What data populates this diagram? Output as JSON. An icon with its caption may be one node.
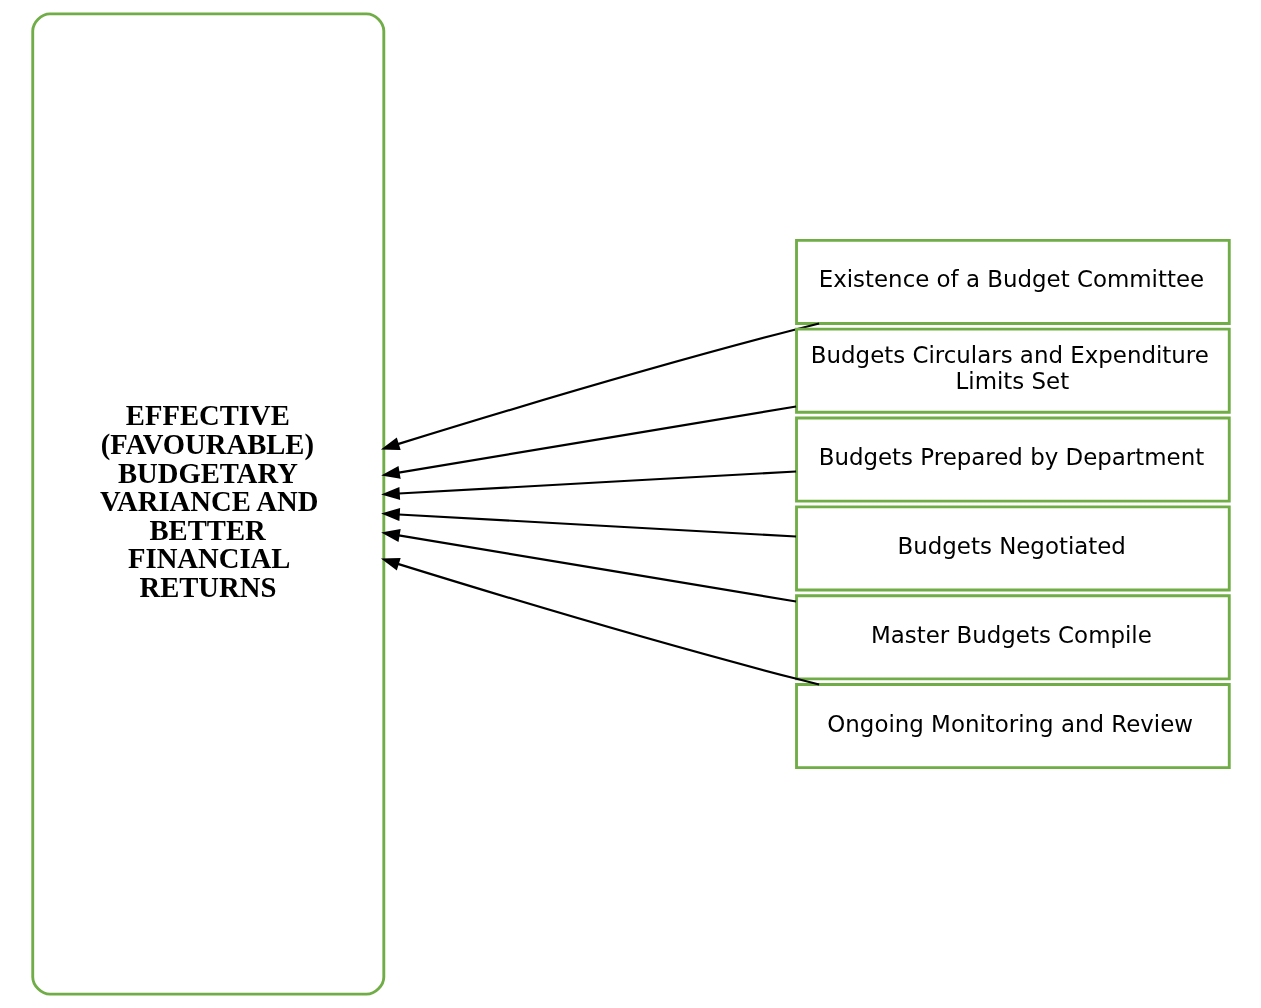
{
  "diagram": {
    "nodes": [
      {
        "text": [
          "EFFECTIVE (FAVOURABLE) BUDGETARY VARIANCE AND BETTER FINANCIAL RETURNS"
        ]
      },
      {
        "text": [
          "Existence of a Budget Committee"
        ]
      },
      {
        "text": [
          "Budgets Circulars and Expenditure Limits Set"
        ]
      },
      {
        "text": [
          "Budgets Prepared by Department"
        ]
      },
      {
        "text": [
          "Budgets Negotiated"
        ]
      },
      {
        "text": [
          "Master Budgets Compile"
        ]
      },
      {
        "text": [
          "Ongoing Monitoring and Review"
        ]
      }
    ],
    "edges": [
      {
        "from": 1,
        "to": 0,
        "arrow": "to"
      },
      {
        "from": 2,
        "to": 0,
        "arrow": "to"
      },
      {
        "from": 3,
        "to": 0,
        "arrow": "to"
      },
      {
        "from": 4,
        "to": 0,
        "arrow": "to"
      },
      {
        "from": 5,
        "to": 0,
        "arrow": "to"
      },
      {
        "from": 6,
        "to": 0,
        "arrow": "to"
      }
    ]
  }
}
